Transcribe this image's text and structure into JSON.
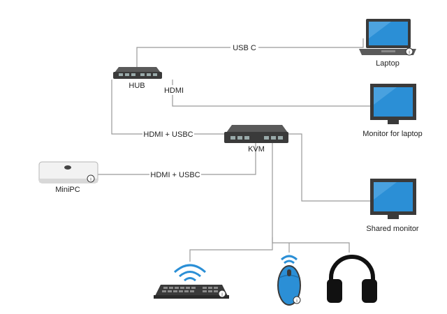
{
  "devices": {
    "hub": "HUB",
    "kvm": "KVM",
    "laptop": "Laptop",
    "monitor_laptop": "Monitor for laptop",
    "shared_monitor": "Shared monitor",
    "minipc": "MiniPC"
  },
  "connections": {
    "usb_c": "USB C",
    "hdmi": "HDMI",
    "hub_kvm": "HDMI + USBC",
    "minipc_kvm": "HDMI + USBC"
  },
  "peripherals": {
    "keyboard_icon": "wireless-keyboard-icon",
    "mouse_icon": "wireless-mouse-icon",
    "headphones_icon": "headphones-icon"
  },
  "colors": {
    "wire": "#9a9a9a",
    "device_dark": "#3a3a3a",
    "screen_blue": "#2b8fd6",
    "wifi_blue": "#2b8fd6"
  }
}
